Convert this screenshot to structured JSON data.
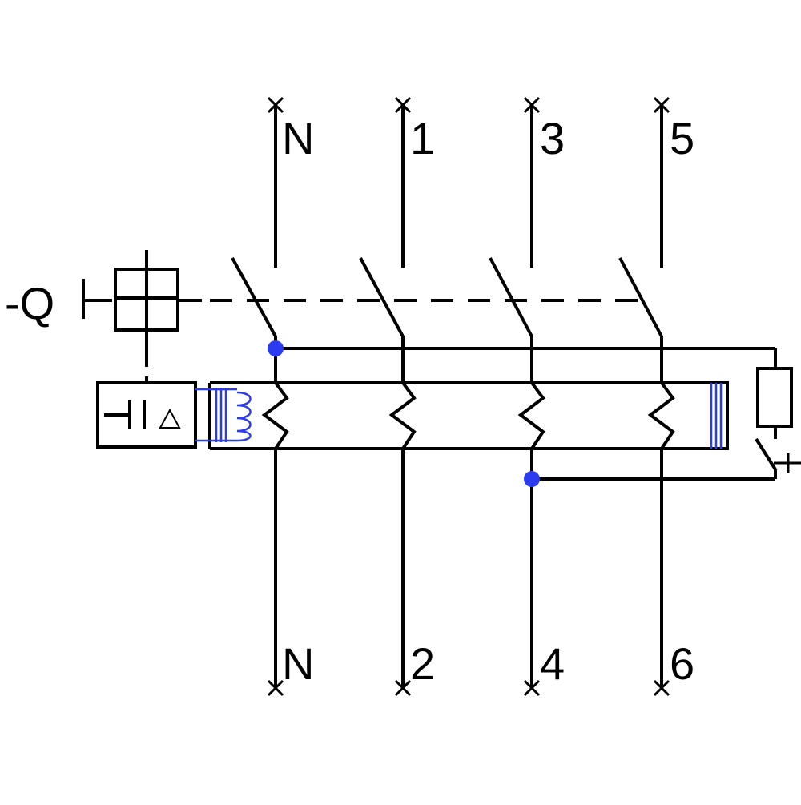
{
  "device": {
    "designation": "-Q"
  },
  "terminals": {
    "top": [
      "N",
      "1",
      "3",
      "5"
    ],
    "bottom": [
      "N",
      "2",
      "4",
      "6"
    ]
  },
  "colors": {
    "line": "#000000",
    "accent": "#2b3bf0",
    "background": "#ffffff"
  }
}
